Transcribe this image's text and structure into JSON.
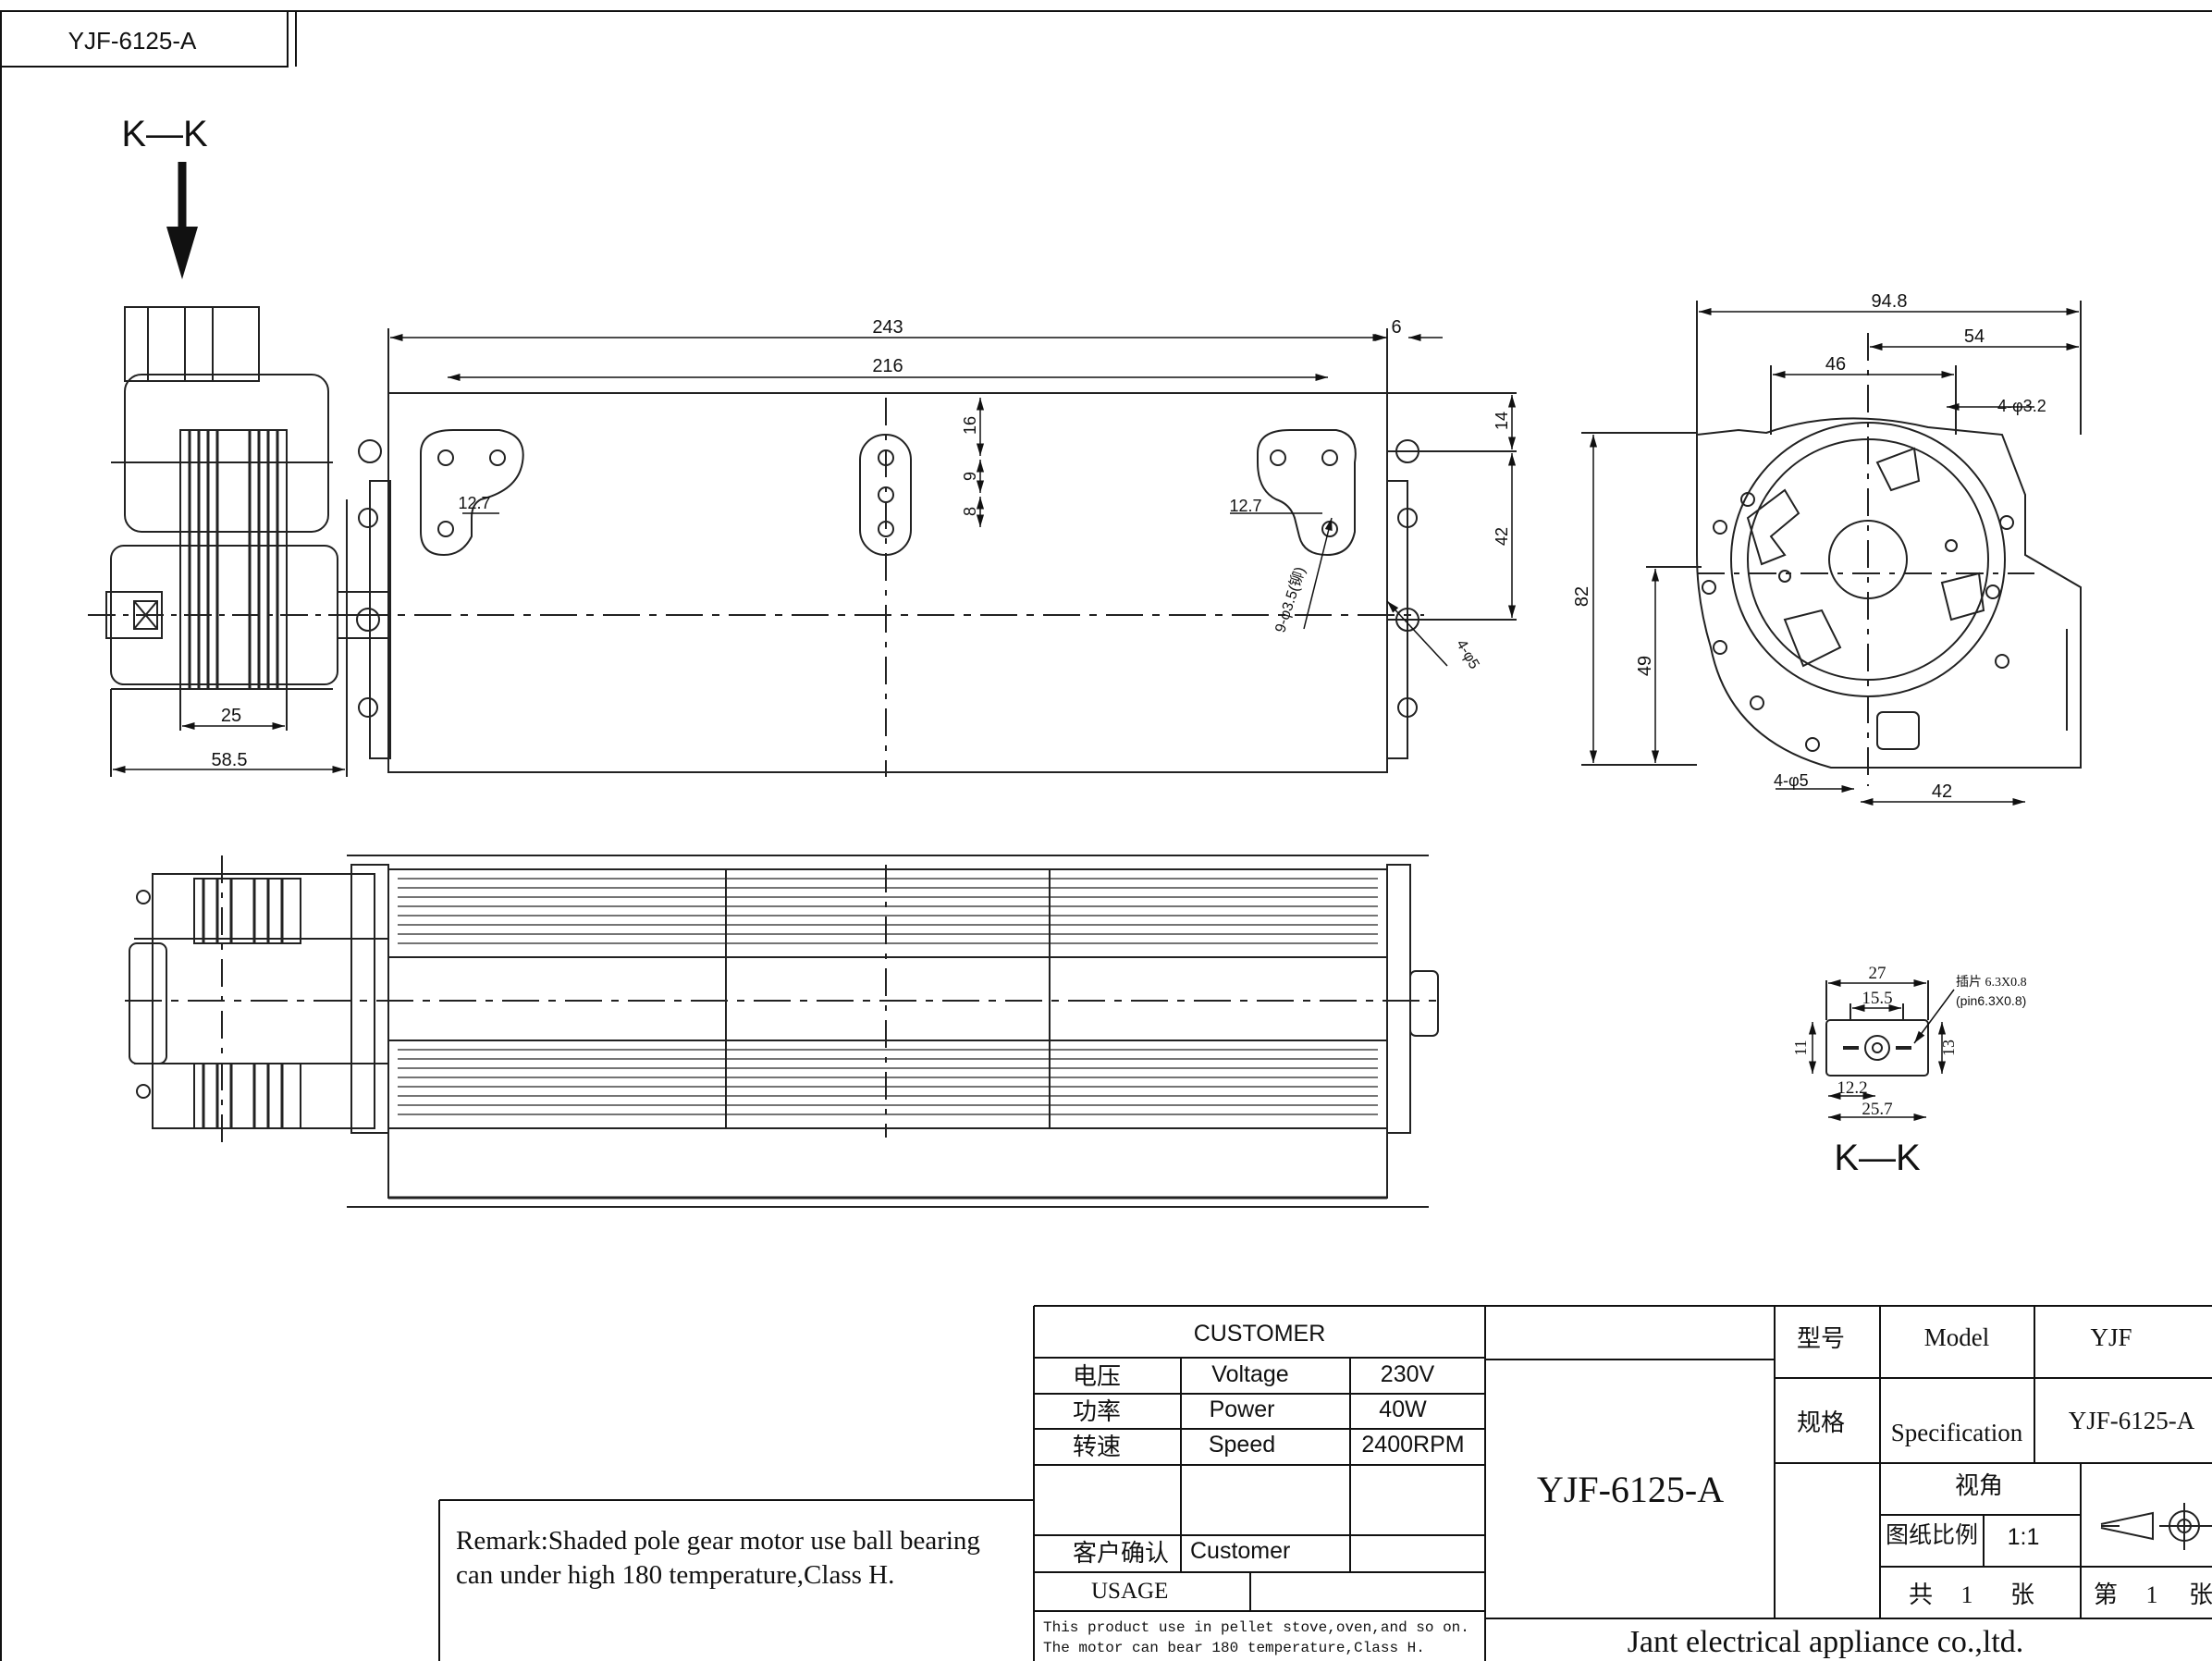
{
  "drawing_id": "YJF-6125-A",
  "section_label": "K—K",
  "dims": {
    "d243": "243",
    "d216": "216",
    "d6": "6",
    "d16": "16",
    "d9": "9",
    "d8": "8",
    "d14": "14",
    "d42v": "42",
    "d12_7a": "12.7",
    "d12_7b": "12.7",
    "hole_9": "9-φ3.5(铆)",
    "hole_4a": "4-φ5",
    "d25": "25",
    "d58_5": "58.5",
    "d94_8": "94.8",
    "d54": "54",
    "d46": "46",
    "hole_4b": "4-φ3.2",
    "d82": "82",
    "d49": "49",
    "hole_4c": "4-φ5",
    "d42h": "42",
    "d27": "27",
    "d15_5": "15.5",
    "pin_cn": "插片 6.3X0.8",
    "pin_en": "(pin6.3X0.8)",
    "d11": "11",
    "d13": "13",
    "d12_2": "12.2",
    "d25_7": "25.7"
  },
  "remark": {
    "line1": "Remark:Shaded pole gear motor use ball bearing",
    "line2": "can under high 180 temperature,Class H."
  },
  "title_block": {
    "customer_header": "CUSTOMER",
    "rows": [
      {
        "cn": "电压",
        "en": "Voltage",
        "value": "230V"
      },
      {
        "cn": "功率",
        "en": "Power",
        "value": "40W"
      },
      {
        "cn": "转速",
        "en": "Speed",
        "value": "2400RPM"
      }
    ],
    "confirm_cn": "客户确认",
    "confirm_en": "Customer",
    "usage_label": "USAGE",
    "usage_line1": "This product use in pellet stove,oven,and so on.",
    "usage_line2": "The motor can bear 180 temperature,Class H.",
    "model_big": "YJF-6125-A",
    "model_cn": "型号",
    "model_en": "Model",
    "model_value": "YJF",
    "spec_cn": "规格",
    "spec_en": "Specification",
    "spec_value": "YJF-6125-A",
    "view_cn": "视角",
    "scale_cn": "图纸比例",
    "scale_value": "1:1",
    "total_cn": "共",
    "total_num": "1",
    "sheet_unit": "张",
    "sheet_cn": "第",
    "sheet_num": "1",
    "sheet_unit2": "张",
    "company": "Jant electrical appliance co.,ltd."
  }
}
